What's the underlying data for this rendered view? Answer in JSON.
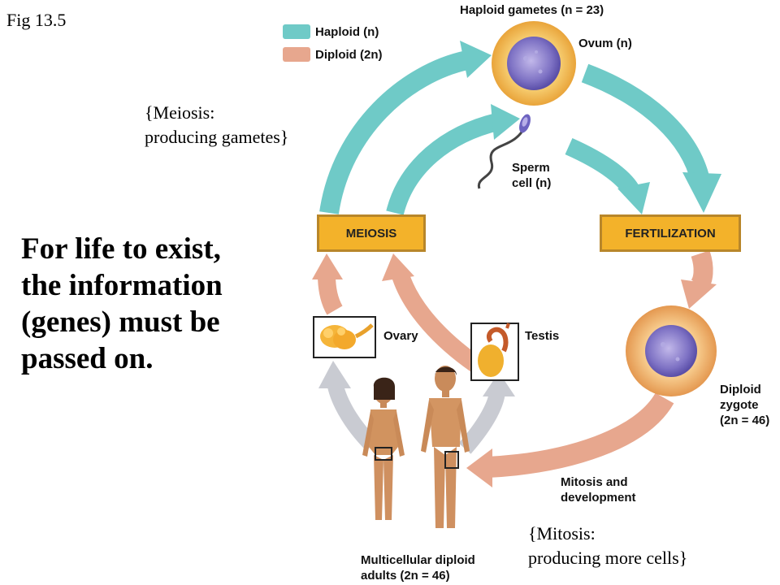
{
  "fig_label": "Fig 13.5",
  "legend": {
    "haploid": {
      "label": "Haploid (n)",
      "color": "#6fcac7"
    },
    "diploid": {
      "label": "Diploid (2n)",
      "color": "#e7a78e"
    }
  },
  "labels": {
    "haploid_gametes": "Haploid gametes (n = 23)",
    "ovum": "Ovum (n)",
    "sperm": [
      "Sperm",
      "cell (n)"
    ],
    "meiosis": "MEIOSIS",
    "fertilization": "FERTILIZATION",
    "ovary": "Ovary",
    "testis": "Testis",
    "zygote": [
      "Diploid",
      "zygote",
      "(2n = 46)"
    ],
    "mitosis_dev": [
      "Mitosis and",
      "development"
    ],
    "adults": [
      "Multicellular diploid",
      "adults (2n = 46)"
    ]
  },
  "notes": {
    "meiosis": [
      "{Meiosis:",
      "producing gametes}"
    ],
    "mitosis": [
      "{Mitosis:",
      "producing more cells}"
    ]
  },
  "slide_text": [
    "For life to exist,",
    "the information",
    "(genes) must be",
    "passed on."
  ]
}
